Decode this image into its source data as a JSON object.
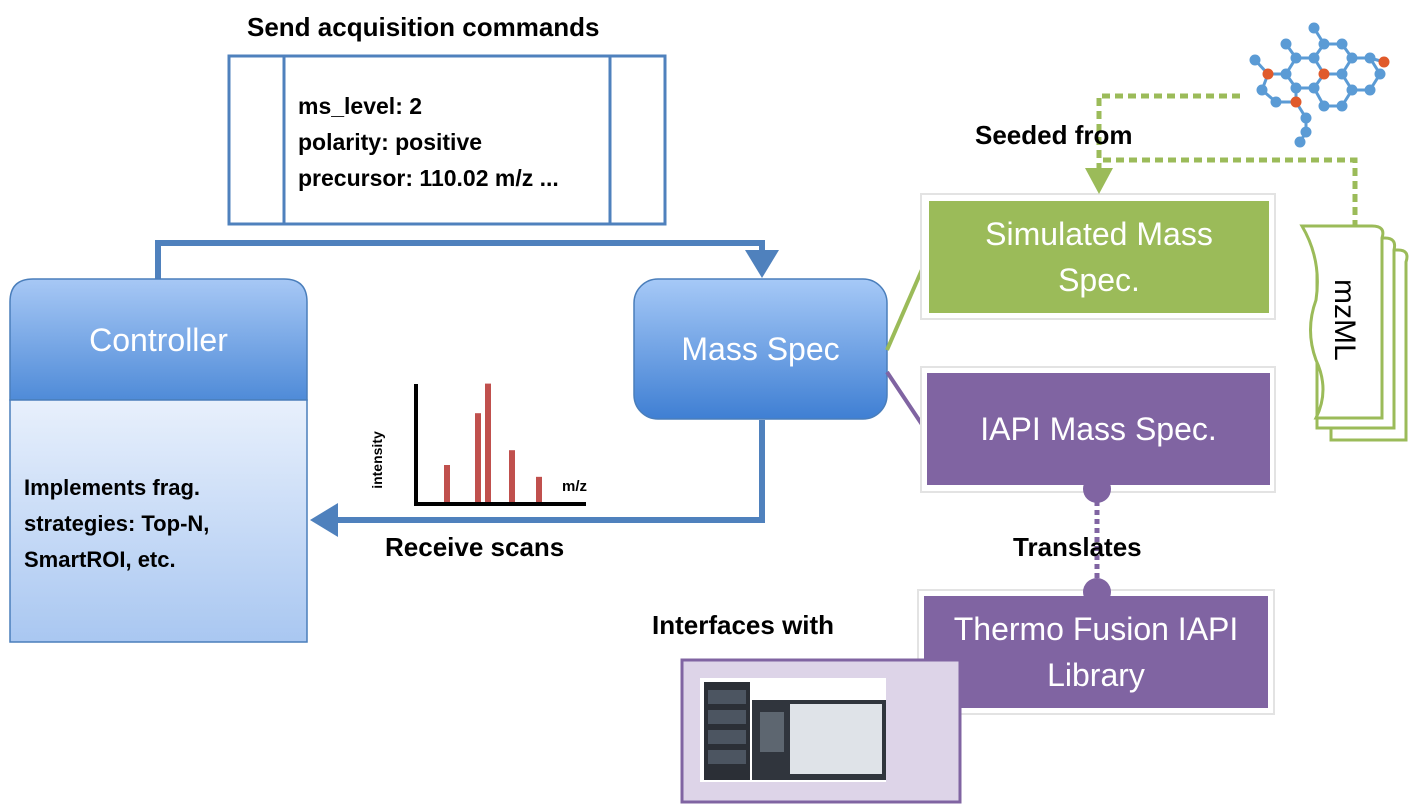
{
  "title": "Send acquisition commands",
  "command_box": {
    "lines": [
      "ms_level: 2",
      "polarity: positive",
      "precursor: 110.02 m/z ..."
    ]
  },
  "controller": {
    "title": "Controller",
    "description": "Implements frag. strategies: Top-N, SmartROI, etc."
  },
  "mass_spec": {
    "title": "Mass Spec"
  },
  "simulated_ms": {
    "title": "Simulated Mass Spec."
  },
  "iapi_ms": {
    "title": "IAPI Mass Spec."
  },
  "thermo_lib": {
    "title": "Thermo Fusion IAPI Library"
  },
  "labels": {
    "seeded_from": "Seeded from",
    "translates": "Translates",
    "interfaces_with": "Interfaces with",
    "receive_scans": "Receive scans"
  },
  "spectrum": {
    "xlabel": "m/z",
    "ylabel": "intensity",
    "peaks": [
      0.25,
      0.6,
      0.8,
      0.35,
      0.17
    ]
  },
  "mzml": {
    "label": "mzML"
  },
  "colors": {
    "blue": "#4a7ebb",
    "green": "#9bbb59",
    "purple": "#8064a2",
    "peak": "#c0504d"
  }
}
